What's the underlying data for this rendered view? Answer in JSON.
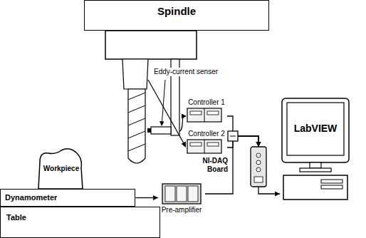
{
  "diagram": {
    "nodes": [
      {
        "text": [
          "Spindle"
        ]
      },
      {
        "text": [
          "Controller 1"
        ]
      },
      {
        "text": [
          "LabVIEW"
        ]
      },
      {
        "text": [
          "Controller 2"
        ]
      },
      {
        "text": [
          "Workpiece"
        ]
      },
      {
        "text": [
          "NI-DAQ Board"
        ]
      },
      {
        "text": [
          "Dynamometer"
        ]
      },
      {
        "text": [
          "Pre-amplifier"
        ]
      },
      {
        "text": [
          "Table"
        ]
      }
    ],
    "edges": [
      {
        "from": 1,
        "to": 5,
        "arrow": "to"
      },
      {
        "from": 3,
        "to": 5,
        "arrow": "to"
      },
      {
        "from": 7,
        "to": 5,
        "arrow": "to"
      },
      {
        "from": 6,
        "to": 7,
        "arrow": "to"
      },
      {
        "from": 5,
        "to": 2,
        "arrow": "to"
      }
    ],
    "labels": [
      "Eddy-current senser"
    ]
  }
}
